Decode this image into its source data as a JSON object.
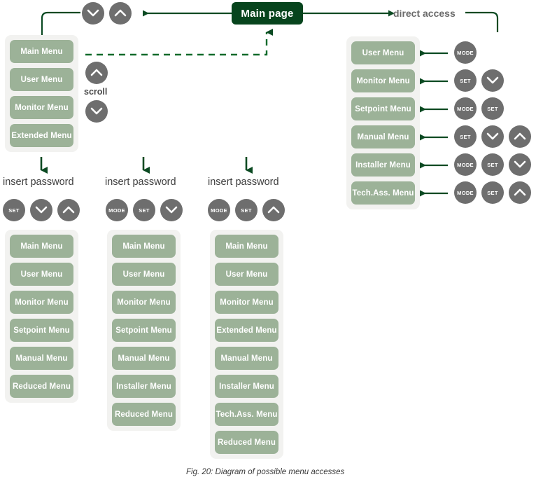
{
  "figure": {
    "caption": "Fig. 20: Diagram of possible menu accesses"
  },
  "main_page": {
    "label": "Main page"
  },
  "labels": {
    "direct_access": "direct access",
    "scroll": "scroll",
    "insert_password": "insert password"
  },
  "colors": {
    "menu_item": "#9cb298",
    "panel_bg": "#f2f2f0",
    "dark_green": "#07441d",
    "arrow_green": "#0b4a22",
    "button_gray": "#6e6e6e",
    "label_gray": "#6b6b6b",
    "text_white": "#ffffff"
  },
  "buttons": {
    "mode": "MODE",
    "set": "SET",
    "up": "chevron-up-icon",
    "down": "chevron-down-icon"
  },
  "top_nav": {
    "buttons": [
      {
        "type": "down",
        "label": ""
      },
      {
        "type": "up",
        "label": ""
      }
    ]
  },
  "scroll_control": {
    "up": "",
    "label": "scroll",
    "down": ""
  },
  "top_panel": {
    "items": [
      {
        "label": "Main Menu"
      },
      {
        "label": "User Menu"
      },
      {
        "label": "Monitor Menu"
      },
      {
        "label": "Extended Menu"
      }
    ]
  },
  "direct_access_panel": {
    "rows": [
      {
        "label": "User Menu",
        "keys": [
          "MODE"
        ]
      },
      {
        "label": "Monitor Menu",
        "keys": [
          "SET",
          "down"
        ]
      },
      {
        "label": "Setpoint Menu",
        "keys": [
          "MODE",
          "SET"
        ]
      },
      {
        "label": "Manual Menu",
        "keys": [
          "SET",
          "down",
          "up"
        ]
      },
      {
        "label": "Installer Menu",
        "keys": [
          "MODE",
          "SET",
          "down"
        ]
      },
      {
        "label": "Tech.Ass. Menu",
        "keys": [
          "MODE",
          "SET",
          "up"
        ]
      }
    ]
  },
  "password_columns": [
    {
      "title": "insert password",
      "keys": [
        "SET",
        "down",
        "up"
      ],
      "items": [
        {
          "label": "Main Menu"
        },
        {
          "label": "User Menu"
        },
        {
          "label": "Monitor Menu"
        },
        {
          "label": "Setpoint Menu"
        },
        {
          "label": "Manual Menu"
        },
        {
          "label": "Reduced Menu"
        }
      ]
    },
    {
      "title": "insert password",
      "keys": [
        "MODE",
        "SET",
        "down"
      ],
      "items": [
        {
          "label": "Main Menu"
        },
        {
          "label": "User Menu"
        },
        {
          "label": "Monitor Menu"
        },
        {
          "label": "Setpoint Menu"
        },
        {
          "label": "Manual Menu"
        },
        {
          "label": "Installer Menu"
        },
        {
          "label": "Reduced Menu"
        }
      ]
    },
    {
      "title": "insert password",
      "keys": [
        "MODE",
        "SET",
        "up"
      ],
      "items": [
        {
          "label": "Main Menu"
        },
        {
          "label": "User Menu"
        },
        {
          "label": "Monitor Menu"
        },
        {
          "label": "Extended Menu"
        },
        {
          "label": "Manual Menu"
        },
        {
          "label": "Installer Menu"
        },
        {
          "label": "Tech.Ass. Menu"
        },
        {
          "label": "Reduced Menu"
        }
      ]
    }
  ]
}
